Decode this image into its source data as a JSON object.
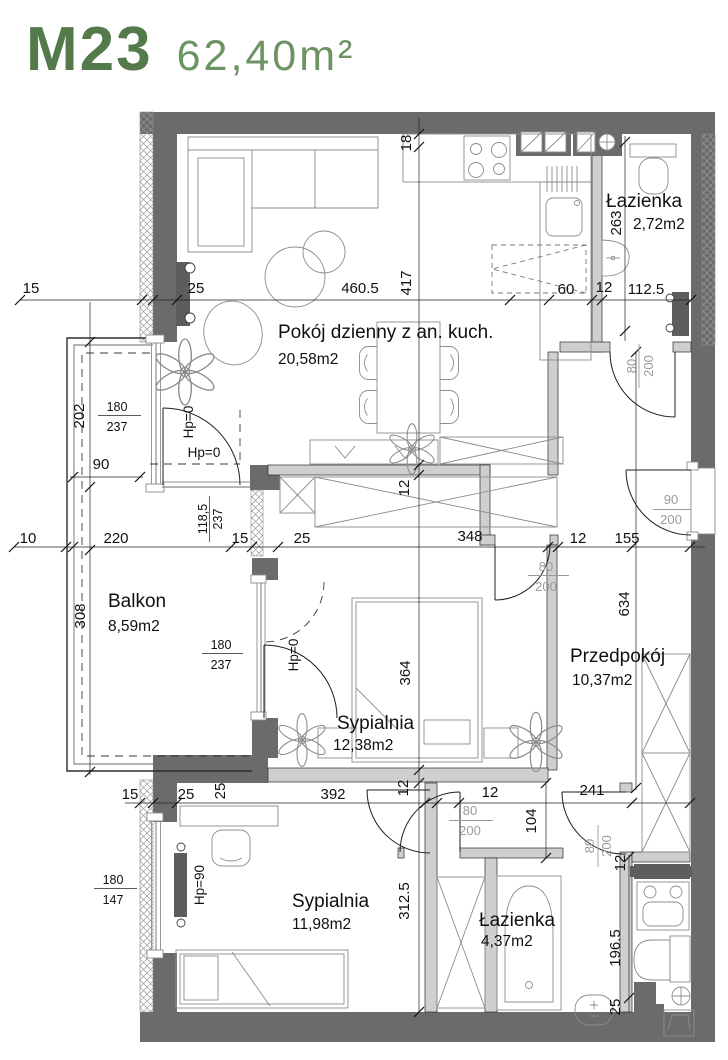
{
  "header": {
    "code": "M23",
    "area": "62,40m²"
  },
  "rooms": {
    "living": {
      "name": "Pokój dzienny z an. kuch.",
      "area": "20,58m2"
    },
    "bath_top": {
      "name": "Łazienka",
      "area": "2,72m2"
    },
    "balcony": {
      "name": "Balkon",
      "area": "8,59m2"
    },
    "bedroom_mid": {
      "name": "Sypialnia",
      "area": "12,38m2"
    },
    "hall": {
      "name": "Przedpokój",
      "area": "10,37m2"
    },
    "bedroom_bottom": {
      "name": "Sypialnia",
      "area": "11,98m2"
    },
    "bath_bottom": {
      "name": "Łazienka",
      "area": "4,37m2"
    }
  },
  "dims": {
    "top": {
      "d15": "15",
      "d25": "25",
      "d460": "460.5",
      "d60": "60",
      "d12": "12",
      "d112": "112.5"
    },
    "left": {
      "d202": "202",
      "d90": "90",
      "d10": "10",
      "d308": "308"
    },
    "mid": {
      "d220": "220",
      "d15": "15",
      "d25": "25",
      "d348": "348",
      "d12": "12",
      "d155": "155"
    },
    "right": {
      "d263": "263",
      "d634": "634",
      "d196": "196.5",
      "d25": "25",
      "d12": "12"
    },
    "center": {
      "d18": "18",
      "d417": "417",
      "d12a": "12",
      "d364": "364",
      "d12b": "12",
      "d312": "312.5"
    },
    "bottom": {
      "d15": "15",
      "d25a": "25",
      "d25b": "25",
      "d392": "392",
      "d12": "12",
      "d241": "241",
      "d104": "104"
    }
  },
  "openings": {
    "window_180_237": {
      "num": "180",
      "den": "237"
    },
    "window_118_237": {
      "num": "118,5",
      "den": "237"
    },
    "window_180_147": {
      "num": "180",
      "den": "147"
    },
    "door_80_200": {
      "num": "80",
      "den": "200"
    },
    "door_90_200": {
      "num": "90",
      "den": "200"
    },
    "hp0": "Hp=0",
    "hp90": "Hp=90"
  }
}
